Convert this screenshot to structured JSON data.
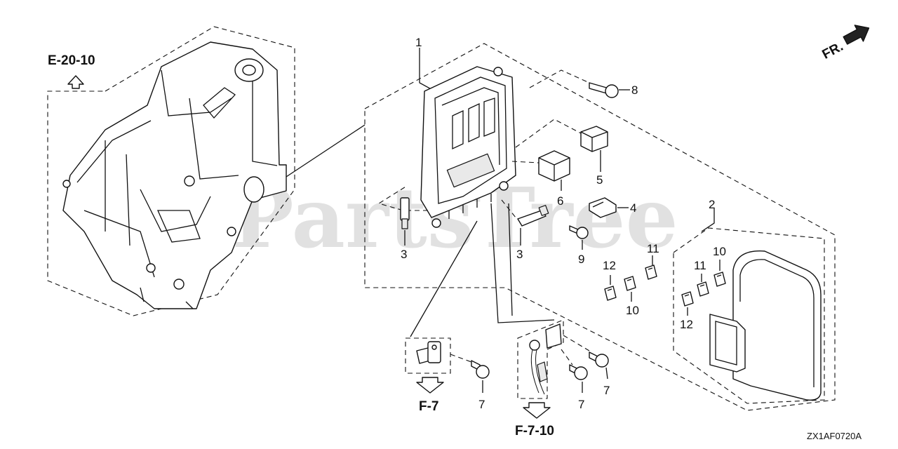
{
  "watermark": "PartsTree",
  "drawing_code": "ZX1AF0720A",
  "front_indicator": "FR.",
  "references": [
    "E-20-10",
    "F-7",
    "F-7-10"
  ],
  "callouts": {
    "c1": "1",
    "c2": "2",
    "c3a": "3",
    "c3b": "3",
    "c4": "4",
    "c5": "5",
    "c6": "6",
    "c7a": "7",
    "c7b": "7",
    "c7c": "7",
    "c8": "8",
    "c9": "9",
    "c10a": "10",
    "c10b": "10",
    "c11a": "11",
    "c11b": "11",
    "c12a": "12",
    "c12b": "12"
  }
}
